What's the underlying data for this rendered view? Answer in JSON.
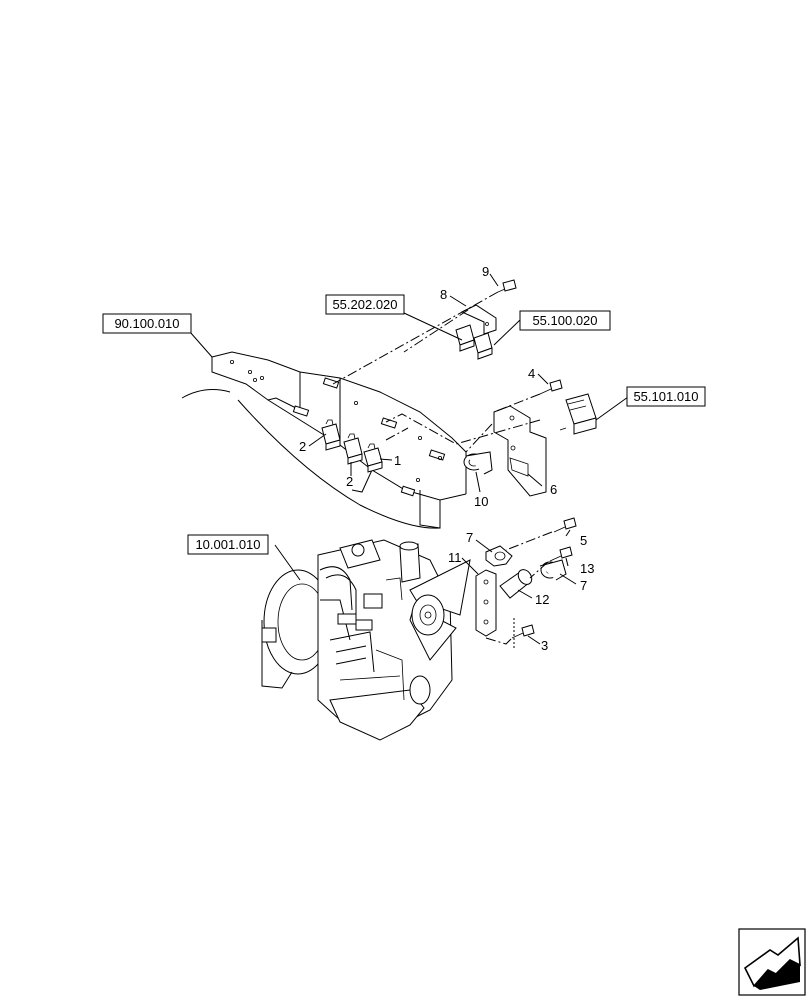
{
  "reference_boxes": {
    "frame": "90.100.010",
    "relay_group_a": "55.202.020",
    "relay_group_b": "55.100.020",
    "relay_module": "55.101.010",
    "engine": "10.001.010"
  },
  "callouts": {
    "c1": "1",
    "c2a": "2",
    "c2b": "2",
    "c3": "3",
    "c4": "4",
    "c5": "5",
    "c6": "6",
    "c7a": "7",
    "c7b": "7",
    "c8": "8",
    "c9": "9",
    "c10": "10",
    "c11": "11",
    "c12": "12",
    "c13": "13"
  },
  "nav_icon": "next-page-arrow-icon"
}
